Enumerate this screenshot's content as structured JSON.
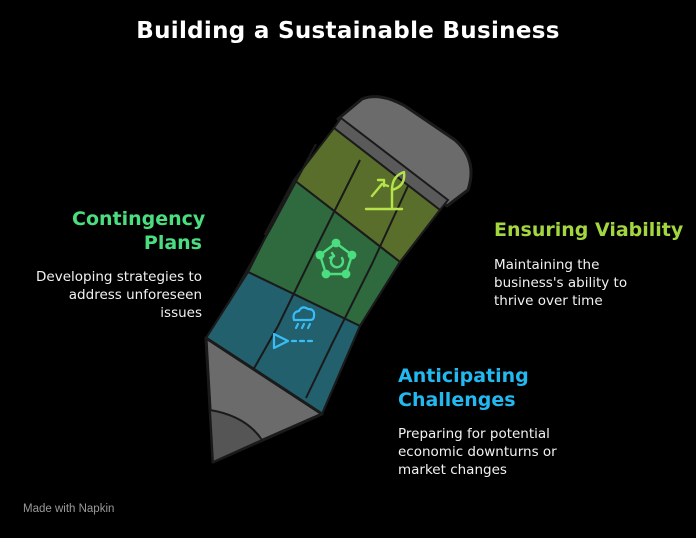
{
  "title": "Building a Sustainable Business",
  "sections": {
    "contingency": {
      "heading": "Contingency Plans",
      "description": [
        "Developing strategies to",
        "address unforeseen",
        "issues"
      ],
      "color": "#4ade80"
    },
    "viability": {
      "heading": "Ensuring Viability",
      "description": [
        "Maintaining the",
        "business's ability to",
        "thrive over time"
      ],
      "color": "#a3d63f"
    },
    "challenges": {
      "heading": "Anticipating Challenges",
      "description": [
        "Preparing for potential",
        "economic downturns or",
        "market changes"
      ],
      "color": "#22b8f0"
    }
  },
  "icons": {
    "top": "sprout-growth-icon",
    "middle": "network-refresh-icon",
    "bottom": "storm-cloud-warning-icon"
  },
  "footer": "Made with Napkin"
}
